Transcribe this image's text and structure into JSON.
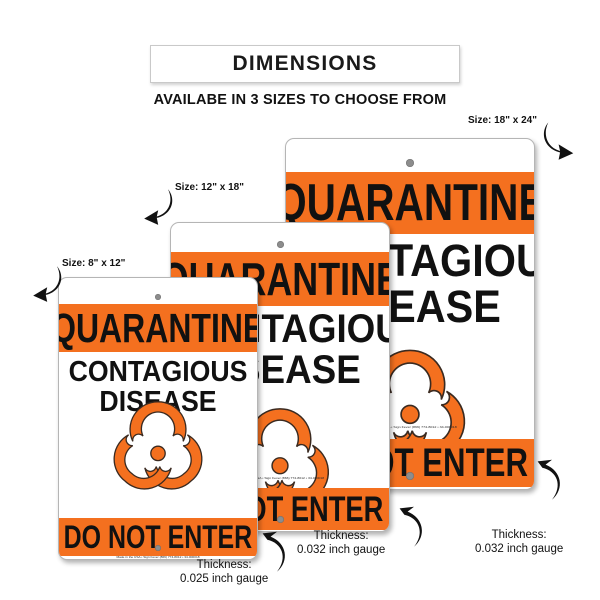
{
  "header": {
    "title": "DIMENSIONS",
    "subtitle": "AVAILABE IN 3 SIZES TO CHOOSE FROM"
  },
  "sign_content": {
    "top_band": "QUARANTINE",
    "line1": "CONTAGIOUS",
    "line2": "DISEASE",
    "bottom_band": "DO NOT ENTER",
    "symbol": "biohazard-icon",
    "microprint": "Made in the USA • Sign Fever (866) 774-8012 • 34-000018"
  },
  "colors": {
    "orange": "#F4701F",
    "text_black": "#111111",
    "panel_white": "#FFFFFF",
    "hole_gray": "#8D8D8D",
    "border_gray": "#B5B5B5"
  },
  "signs": [
    {
      "id": "large",
      "size_label": "Size: 18\" x 24\"",
      "thickness_line1": "Thickness:",
      "thickness_line2": "0.032 inch gauge"
    },
    {
      "id": "medium",
      "size_label": "Size: 12\" x 18\"",
      "thickness_line1": "Thickness:",
      "thickness_line2": "0.032 inch gauge"
    },
    {
      "id": "small",
      "size_label": "Size: 8\" x 12\"",
      "thickness_line1": "Thickness:",
      "thickness_line2": "0.025 inch gauge"
    }
  ]
}
